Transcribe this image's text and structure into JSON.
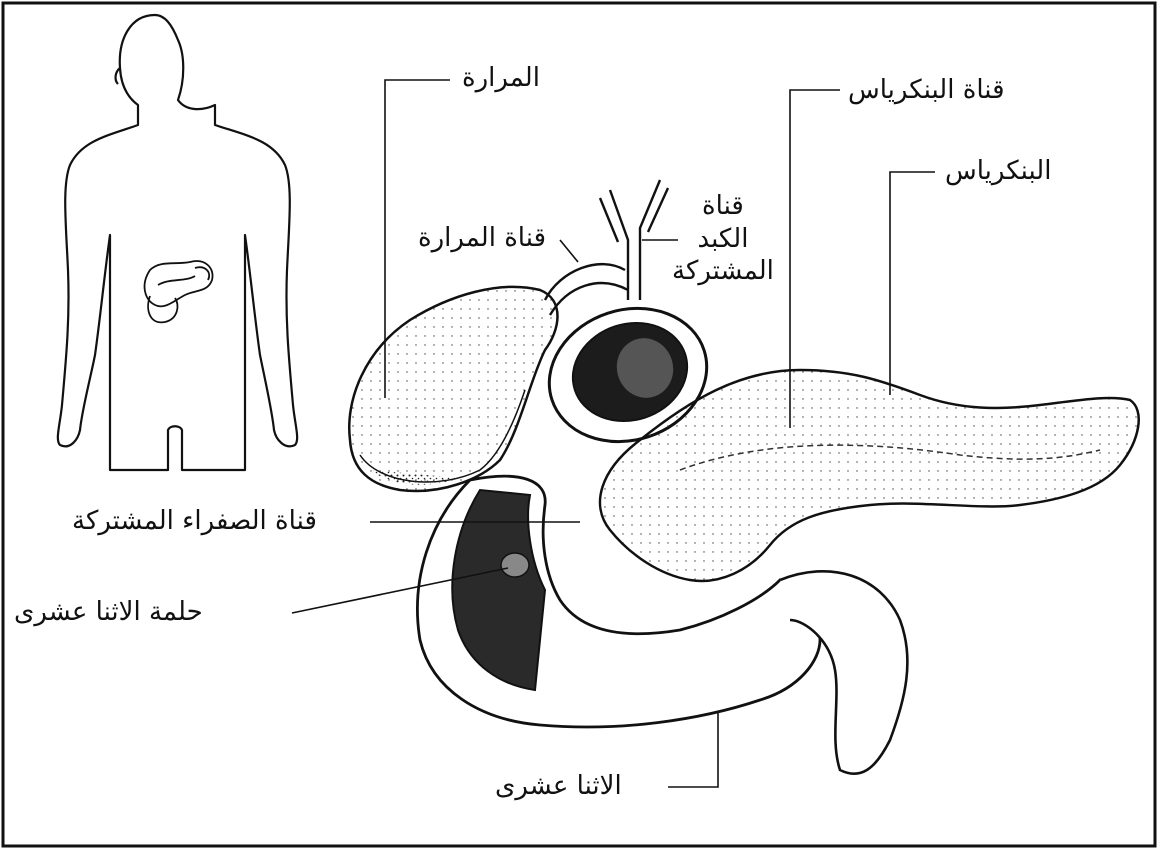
{
  "labels": {
    "gallbladder": "المرارة",
    "pancreatic_duct": "قناة البنكرياس",
    "pancreas": "البنكرياس",
    "cystic_duct": "قناة المرارة",
    "common_hepatic_duct": [
      "قناة",
      "الكبد",
      "المشتركة"
    ],
    "common_bile_duct": "قناة الصفراء المشتركة",
    "duodenal_papilla": "حلمة الاثنا عشرى",
    "duodenum": "الاثنا عشرى"
  },
  "colors": {
    "stroke": "#111111",
    "background": "#ffffff",
    "shade": "#3a3a3a"
  }
}
